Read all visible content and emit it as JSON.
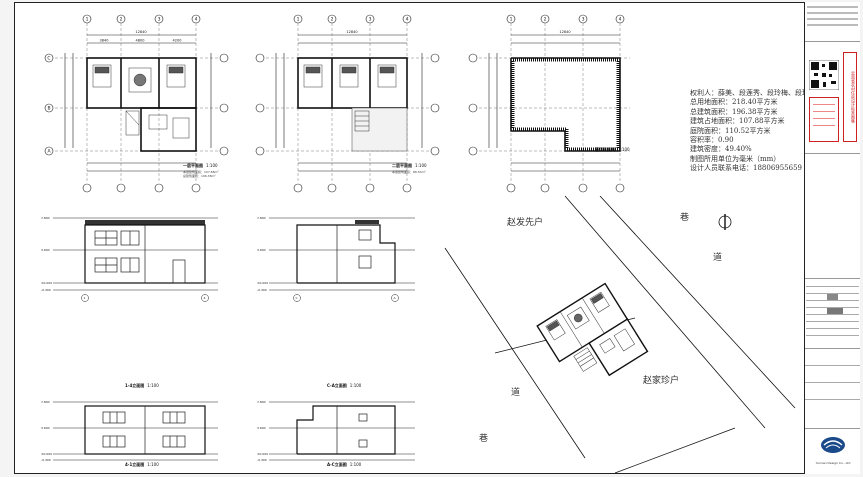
{
  "plans": {
    "floor1_caption": "一层平面图",
    "floor2_caption": "二层平面图",
    "roof_caption": "屋顶平面图",
    "scale": "1:100",
    "floor1_note_a": "本层建筑面积：107.88m²",
    "floor1_note_b": "总建筑面积：196.38m²",
    "floor2_note": "本层建筑面积：88.50m²",
    "dim_total": "12840",
    "dim_a": "3840",
    "dim_b": "4200",
    "dim_c": "4800",
    "axes_h": [
      "1",
      "2",
      "3",
      "4"
    ],
    "axes_v": [
      "A",
      "B",
      "C"
    ]
  },
  "elevations": {
    "e1": "1-4立面图",
    "e2": "C-A立面图",
    "e3": "4-1立面图",
    "e4": "A-C立面图",
    "scale": "1:100",
    "level_top": "7.800",
    "level_mid": "3.600",
    "level_base": "±0.000",
    "level_ground": "-0.300"
  },
  "info": {
    "owners": "权利人：薛美、段莲秀、段玲梅、段玲兴",
    "land_area": "总用地面积：218.40平方米",
    "total_area": "总建筑面积：196.38平方米",
    "footprint": "建筑占地面积：107.88平方米",
    "courtyard": "庭院面积：110.52平方米",
    "far": "容积率：0.90",
    "density": "建筑密度：49.40%",
    "unit": "制图所用单位为毫米（mm）",
    "designer": "设计人员联系电话：18806955659"
  },
  "site": {
    "north_owner": "赵发先户",
    "south_owner": "赵家珍户",
    "lane1_a": "巷",
    "lane1_b": "道",
    "lane2_a": "巷",
    "lane2_b": "道"
  },
  "titleblock": {
    "stamp_text": "云南省农村住房设计标准图集",
    "company": "Yunnan Design Co., Ltd"
  },
  "colors": {
    "stamp": "#cc2222",
    "logo": "#1a4a8a",
    "line": "#222222"
  }
}
